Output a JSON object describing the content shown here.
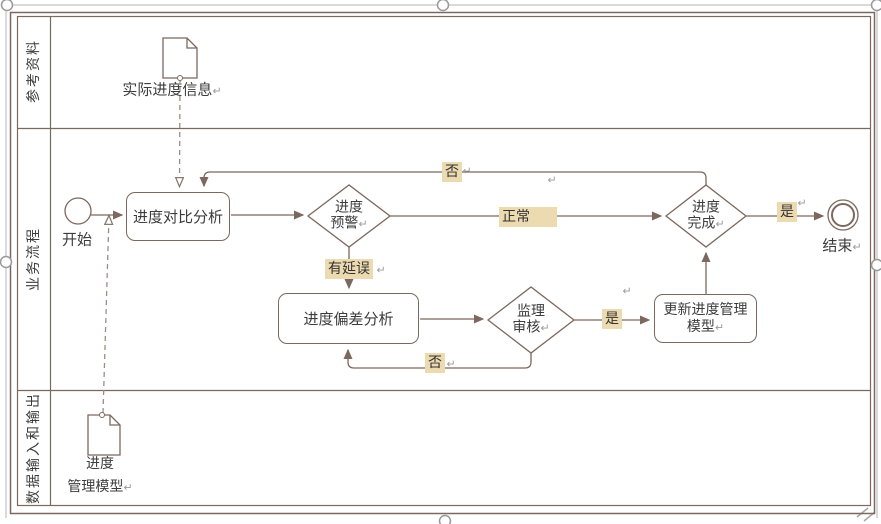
{
  "colors": {
    "line": "#7c685e",
    "label_bg": "#ecdab0",
    "text": "#3c3c3c",
    "gray_mark": "#9a9a9a",
    "dashed_line": "#9a8d85",
    "handle_stroke": "#999999"
  },
  "lanes": {
    "top": "参考资料",
    "middle": "业务流程",
    "bottom": "数据输入和输出"
  },
  "nodes": {
    "doc_actual": {
      "label": "实际进度信息"
    },
    "start": {
      "label": "开始"
    },
    "task_compare": {
      "label": "进度对比分析"
    },
    "gw_warning": {
      "line1": "进度",
      "line2": "预警"
    },
    "gw_complete": {
      "line1": "进度",
      "line2": "完成"
    },
    "task_deviation": {
      "label": "进度偏差分析"
    },
    "gw_review": {
      "line1": "监理",
      "line2": "审核"
    },
    "task_update": {
      "line1": "更新进度管理",
      "line2": "模型"
    },
    "end": {
      "label": "结束"
    },
    "doc_model": {
      "line1": "进度",
      "line2": "管理模型"
    }
  },
  "edge_labels": {
    "no_loop_top": "否",
    "normal": "正常",
    "delayed": "有延误",
    "yes_review": "是",
    "yes_complete": "是",
    "no_loop_review": "否"
  },
  "marks": {
    "return_mark": "↵"
  }
}
